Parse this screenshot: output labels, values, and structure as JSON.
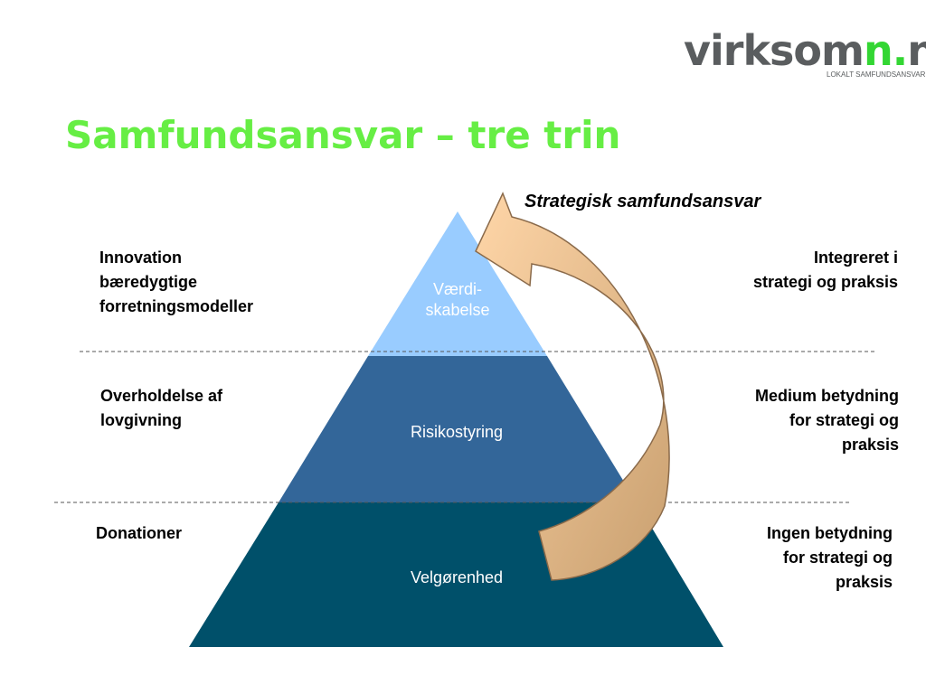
{
  "logo": {
    "text_dark": "virksom",
    "text_accent_n": "n",
    "text_dot": ".",
    "text_nu": "nu",
    "tagline": "LOKALT SAMFUNDSANSVAR"
  },
  "title": "Samfundsansvar – tre trin",
  "subtitle": "Strategisk samfundsansvar",
  "tiers": [
    {
      "label": "Værdi-\nskabelse",
      "color": "#99ccff"
    },
    {
      "label": "Risikostyring",
      "color": "#336699"
    },
    {
      "label": "Velgørenhed",
      "color": "#00506a"
    }
  ],
  "left_labels": [
    "Innovation\nbæredygtige\nforretningsmodeller",
    "Overholdelse af\nlovgivning",
    "Donationer"
  ],
  "right_labels": [
    "Integreret i\nstrategi og praksis",
    "Medium betydning\nfor strategi og\npraksis",
    "Ingen betydning\nfor strategi og\npraksis"
  ],
  "colors": {
    "title": "#66ee44",
    "logo_accent": "#33d633",
    "logo_dark": "#5a5d5f",
    "arrow_light": "#ffcc99",
    "arrow_dark": "#cc9966",
    "dashed_line": "#555555"
  }
}
